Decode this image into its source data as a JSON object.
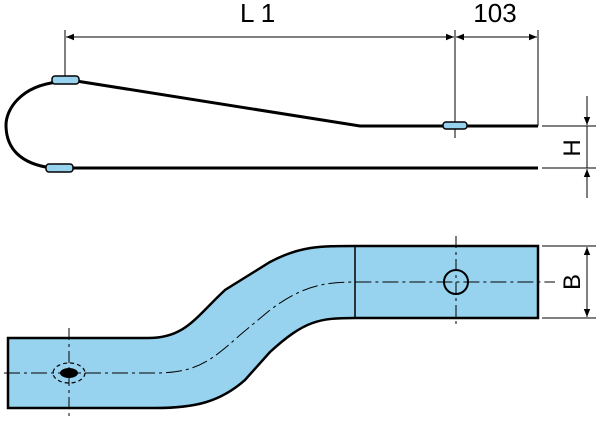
{
  "colors": {
    "part_fill": "#97d3ef",
    "line": "#000000",
    "background": "#ffffff"
  },
  "dimensions": {
    "l1_label": "L 1",
    "fixed_length_label": "103",
    "height_label": "H",
    "width_label": "B"
  }
}
